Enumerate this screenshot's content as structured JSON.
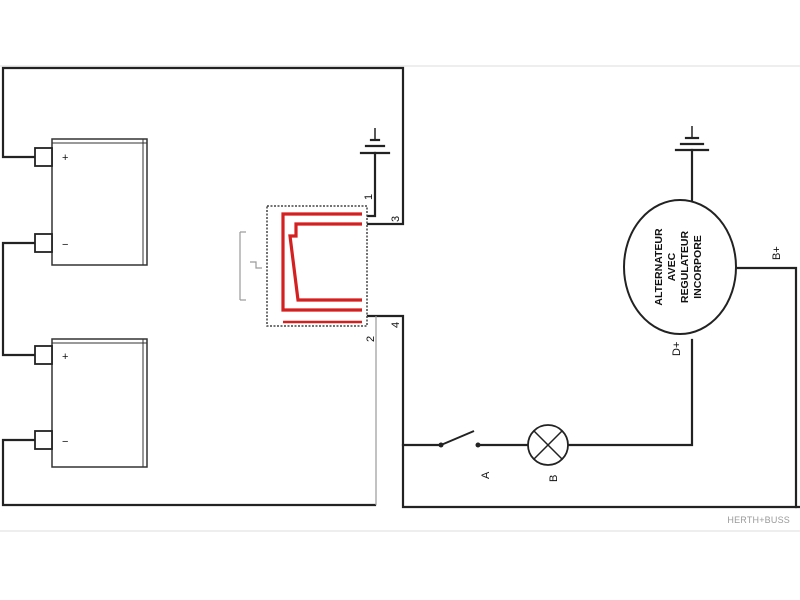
{
  "battery_1": {
    "plus": "+",
    "minus": "−"
  },
  "battery_2": {
    "plus": "+",
    "minus": "−"
  },
  "relay": {
    "terminals": {
      "t1": "1",
      "t2": "2",
      "t3": "3",
      "t4": "4"
    }
  },
  "alternator": {
    "lines": [
      "ALTERNATEUR",
      "AVEC",
      "REGULATEUR",
      "INCORPORE"
    ]
  },
  "terminals": {
    "d_plus": "D+",
    "b_plus": "B+"
  },
  "switch_label": "A",
  "lamp_label": "B",
  "watermark": "HERTH+BUSS",
  "colors": {
    "wire": "#222222",
    "relay_contacts": "#d42020",
    "relay_box": "#444444"
  }
}
